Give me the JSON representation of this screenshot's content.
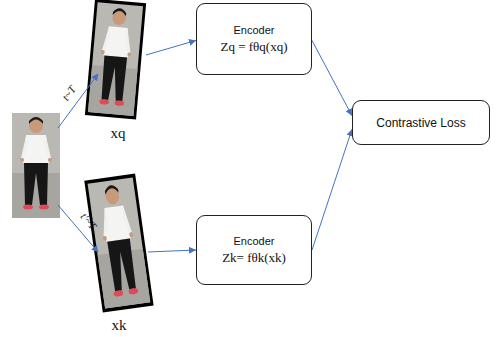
{
  "diagram": {
    "nodes": [
      {
        "text": [
          "xq"
        ]
      },
      {
        "text": [
          "Encoder",
          "Zq = fθq(xq)"
        ]
      },
      {
        "text": [
          "xk"
        ]
      },
      {
        "text": [
          "Encoder",
          "Zk= fθk(xk)"
        ]
      },
      {
        "text": [
          "Contrastive Loss"
        ]
      }
    ],
    "edges": [
      {
        "from": 0,
        "to": 1,
        "arrow": "to"
      },
      {
        "from": 1,
        "to": 4,
        "arrow": "to"
      },
      {
        "from": 2,
        "to": 3,
        "arrow": "to"
      },
      {
        "from": 3,
        "to": 4,
        "arrow": "to"
      }
    ],
    "labels": [
      "t~T",
      "t′~T"
    ]
  }
}
